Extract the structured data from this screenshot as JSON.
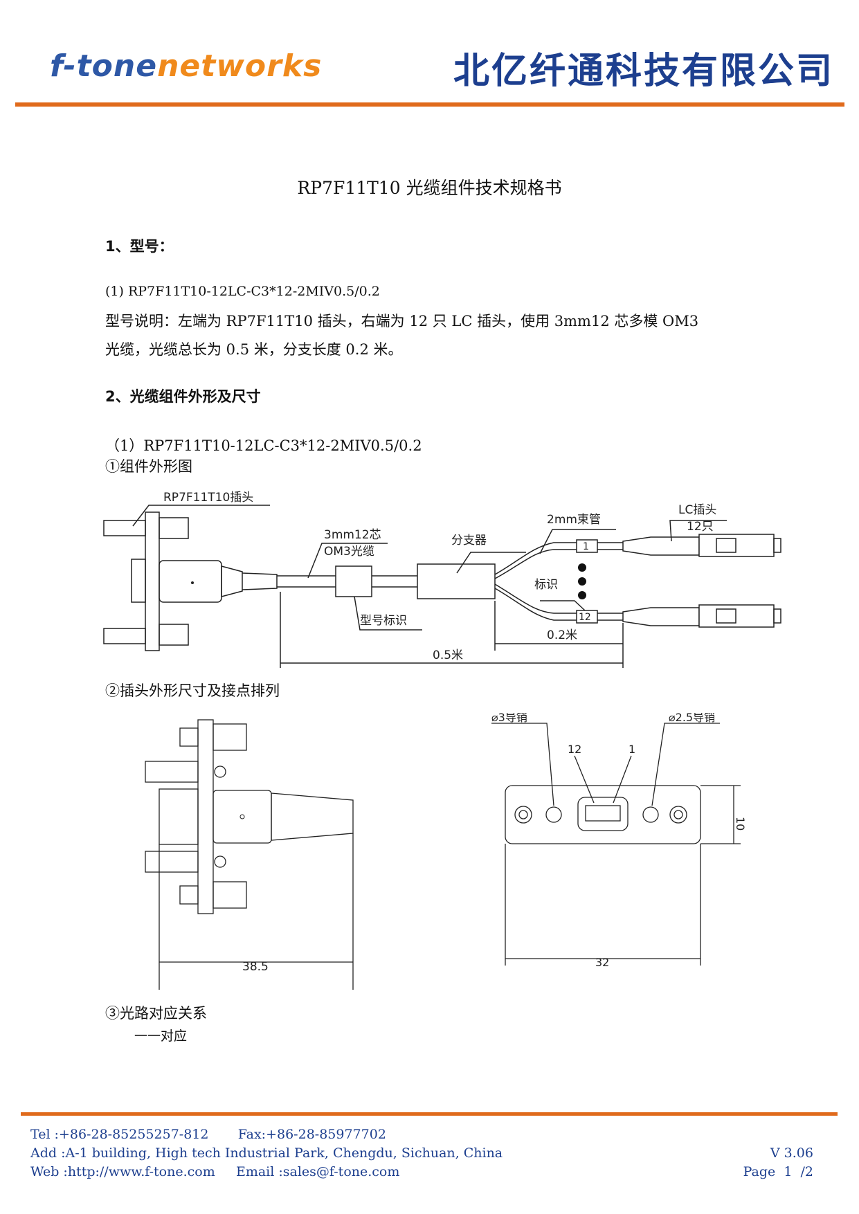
{
  "header": {
    "logo_part1": "f-tone",
    "logo_part2": "networks",
    "company": "北亿纤通科技有限公司"
  },
  "doc_title": "RP7F11T10 光缆组件技术规格书",
  "sections": {
    "s1_heading": "1、型号：",
    "s1_model": "(1) RP7F11T10-12LC-C3*12-2MIV0.5/0.2",
    "s1_desc1": "型号说明：左端为 RP7F11T10 插头，右端为 12 只 LC 插头，使用 3mm12 芯多模 OM3",
    "s1_desc2": "光缆，光缆总长为 0.5 米，分支长度 0.2 米。",
    "s2_heading": "2、光缆组件外形及尺寸",
    "s2_model": "（1）RP7F11T10-12LC-C3*12-2MIV0.5/0.2",
    "s2_sub1": "①组件外形图",
    "s2_sub2": "②插头外形尺寸及接点排列",
    "s2_sub3": "③光路对应关系",
    "s2_sub3_text": "一一对应"
  },
  "diagram1": {
    "plug_label": "RP7F11T10插头",
    "cable_label1": "3mm12芯",
    "cable_label2": "OM3光缆",
    "splitter_label": "分支器",
    "tube_label": "2mm束管",
    "lc_label1": "LC插头",
    "lc_label2": "12只",
    "marker_label": "标识",
    "model_marker_label": "型号标识",
    "mark_first": "1",
    "mark_last": "12",
    "dim_branch": "0.2米",
    "dim_total": "0.5米"
  },
  "diagram2": {
    "dim_length": "38.5",
    "pin3_label": "⌀3导销",
    "pin25_label": "⌀2.5导销",
    "contact_12": "12",
    "contact_1": "1",
    "dim_height": "10",
    "dim_width": "32"
  },
  "footer": {
    "tel": "Tel :+86-28-85255257-812",
    "fax": "Fax:+86-28-85977702",
    "address": "Add :A-1 building, High tech Industrial Park, Chengdu, Sichuan, China",
    "web": "Web :http://www.f-tone.com",
    "email": "Email :sales@f-tone.com",
    "version": "V 3.06",
    "page": "Page  1  /2"
  }
}
